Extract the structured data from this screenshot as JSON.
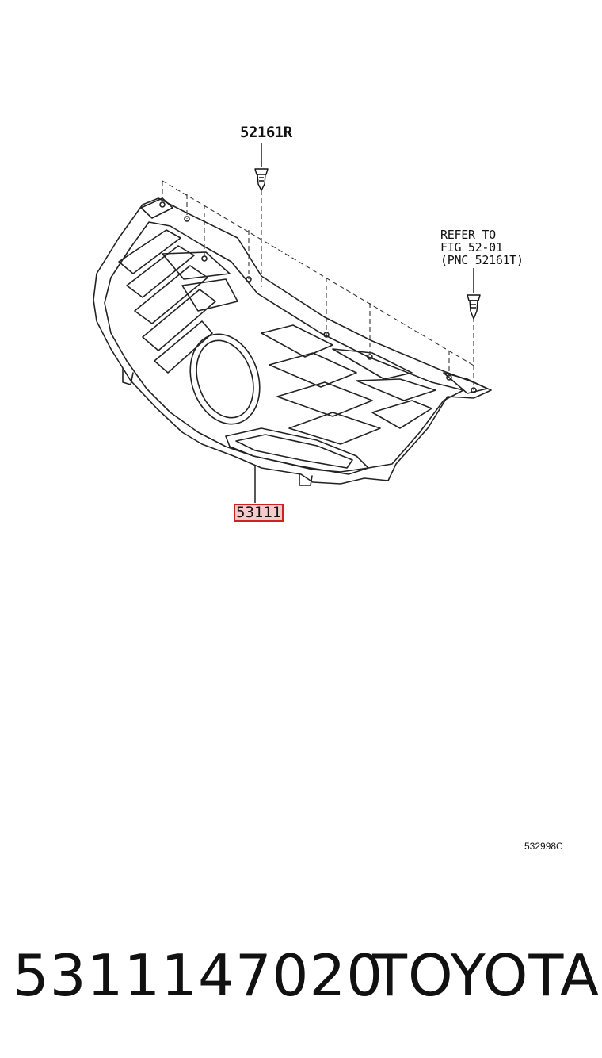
{
  "diagram": {
    "callouts": {
      "clip_top": "52161R",
      "refer_line1": "REFER TO",
      "refer_line2": "FIG 52-01",
      "refer_line3": "(PNC 52161T)",
      "main_part": "53111",
      "illustration_ref": "532998C"
    },
    "highlight_color": "#d02020"
  },
  "footer": {
    "part_number": "5311147020",
    "brand": "TOYOTA"
  }
}
